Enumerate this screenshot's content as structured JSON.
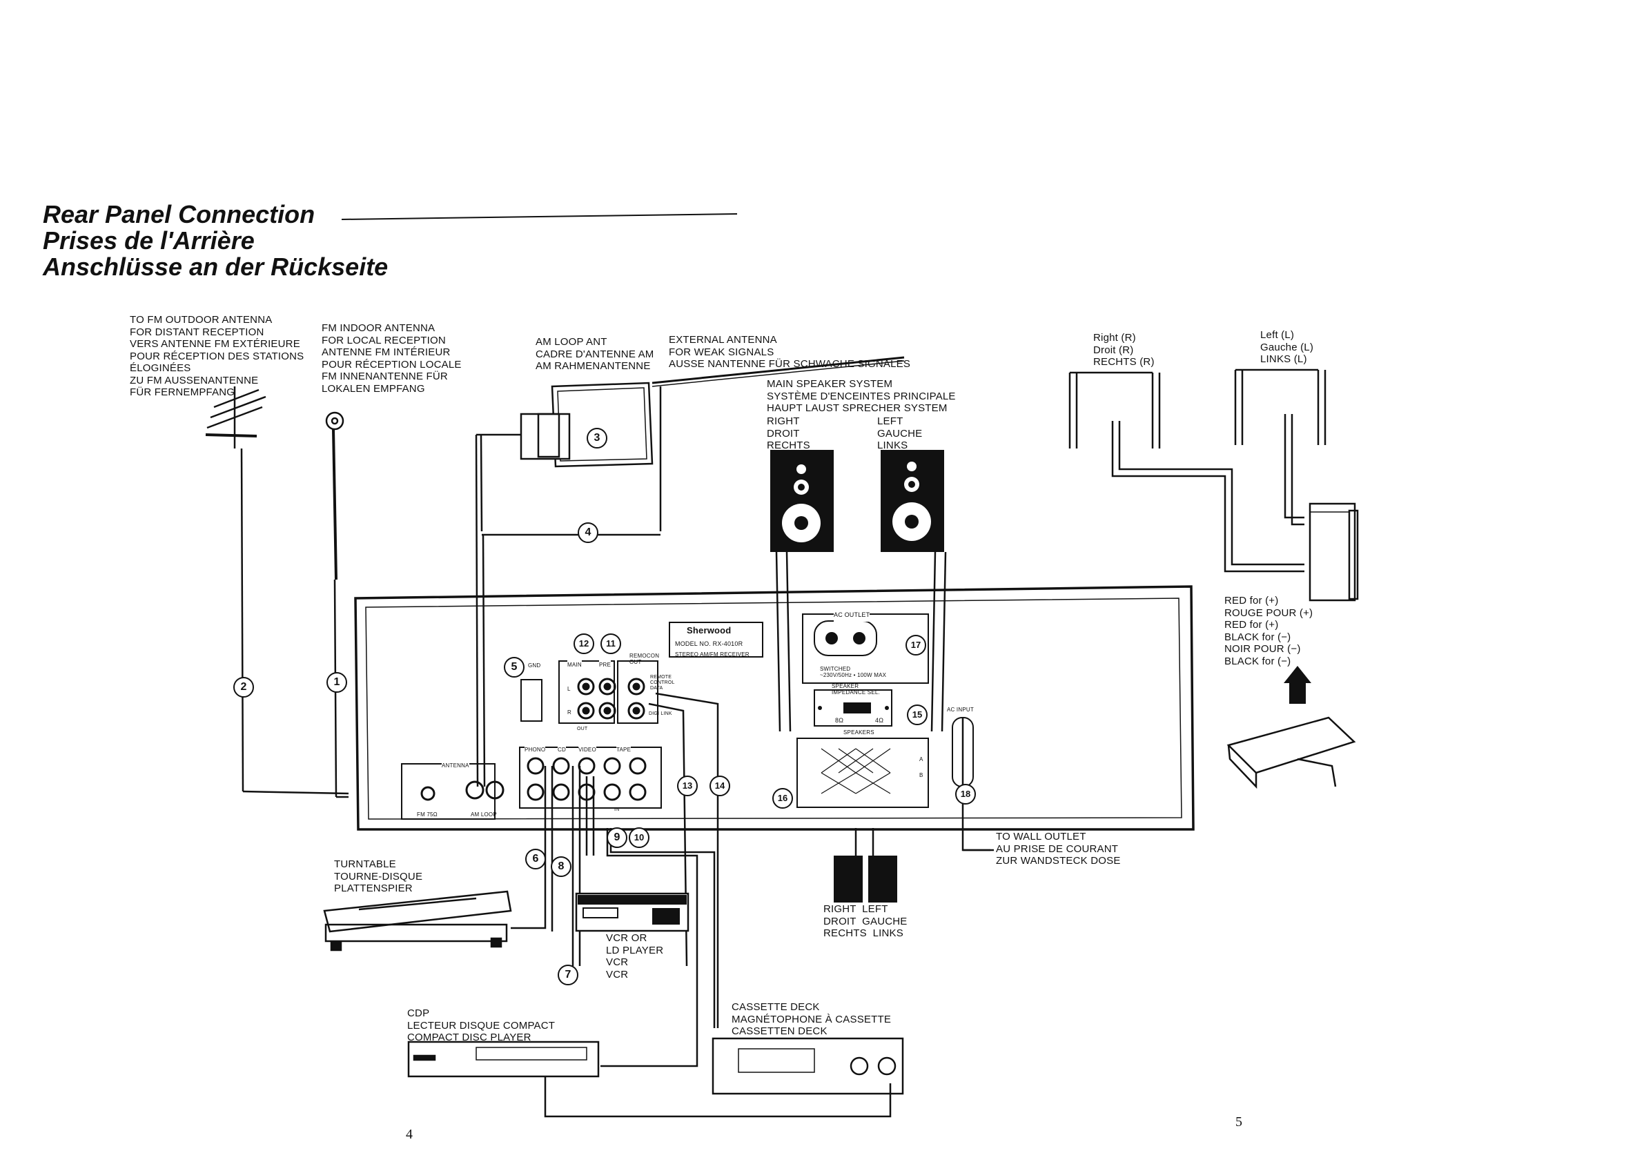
{
  "title": {
    "en": "Rear Panel Connection",
    "fr": "Prises de l'Arrière",
    "de": "Anschlüsse an der Rückseite"
  },
  "labels": {
    "fm_outdoor": "TO FM OUTDOOR ANTENNA\nFOR DISTANT RECEPTION\nVERS ANTENNE FM EXTÉRIEURE\nPOUR RÉCEPTION DES STATIONS\nÉLOGINÉES\nZU FM AUSSENANTENNE\nFÜR FERNEMPFANG",
    "fm_indoor": "FM INDOOR ANTENNA\nFOR LOCAL RECEPTION\nANTENNE FM INTÉRIEUR\nPOUR RÉCEPTION LOCALE\nFM INNENANTENNE FÜR\nLOKALEN EMPFANG",
    "am_loop": "AM LOOP ANT\nCADRE D'ANTENNE AM\nAM RAHMENANTENNE",
    "external_antenna": "EXTERNAL ANTENNA\nFOR WEAK SIGNALS\nAUSSE NANTENNE FÜR SCHWACHE SIGNALES",
    "main_speaker": "MAIN SPEAKER SYSTEM\nSYSTÈME D'ENCEINTES PRINCIPALE\nHAUPT LAUST SPRECHER SYSTEM",
    "speaker_right": "RIGHT\nDROIT\nRECHTS",
    "speaker_left": "LEFT\nGAUCHE\nLINKS",
    "right_r": "Right (R)\nDroit (R)\nRECHTS (R)",
    "left_l": "Left (L)\nGauche (L)\nLINKS (L)",
    "polarity": "RED for (+)\nROUGE POUR (+)\nRED for (+)\nBLACK for (−)\nNOIR POUR (−)\nBLACK for (−)",
    "wall_outlet": "TO WALL OUTLET\nAU PRISE DE COURANT\nZUR WANDSTECK DOSE",
    "turntable": "TURNTABLE\nTOURNE-DISQUE\nPLATTENSPIER",
    "vcr": "VCR OR\nLD PLAYER\nVCR\nVCR",
    "sub_speakers": "RIGHT  LEFT\nDROIT  GAUCHE\nRECHTS  LINKS",
    "cdp": "CDP\nLECTEUR DISQUE COMPACT\nCOMPACT DISC PLAYER",
    "cassette": "CASSETTE DECK\nMAGNÉTOPHONE À CASSETTE\nCASSETTEN DECK"
  },
  "panel": {
    "brand": "Sherwood",
    "model": "MODEL NO. RX-4010R",
    "subtitle": "STEREO AM/FM RECEIVER",
    "ac_outlet": "AC OUTLET",
    "switched": "SWITCHED\n~230V/50Hz • 100W MAX",
    "impedance": "SPEAKER\nIMPEDANCE SEL.",
    "imp_8": "8Ω",
    "imp_4": "4Ω",
    "speakers": "SPEAKERS",
    "ac_input": "AC INPUT",
    "antenna": "ANTENNA",
    "fm75": "FM 75Ω",
    "amloop": "AM LOOP",
    "gnd": "GND",
    "main": "MAIN",
    "pre": "PRE",
    "remocon": "REMOCON\nOUT",
    "remote_data": "REMOTE\nCONTROL\nDATA",
    "digilink": "DIGI LINK",
    "phono": "PHONO",
    "cd": "CD",
    "video": "VIDEO",
    "tape": "TAPE",
    "in": "IN",
    "out": "OUT",
    "spk_a": "A",
    "spk_b": "B",
    "ch_l": "L",
    "ch_r": "R"
  },
  "callouts": [
    "1",
    "2",
    "3",
    "4",
    "5",
    "6",
    "7",
    "8",
    "9",
    "10",
    "11",
    "12",
    "13",
    "14",
    "15",
    "16",
    "17",
    "18"
  ],
  "page_numbers": {
    "left": "4",
    "right": "5"
  }
}
